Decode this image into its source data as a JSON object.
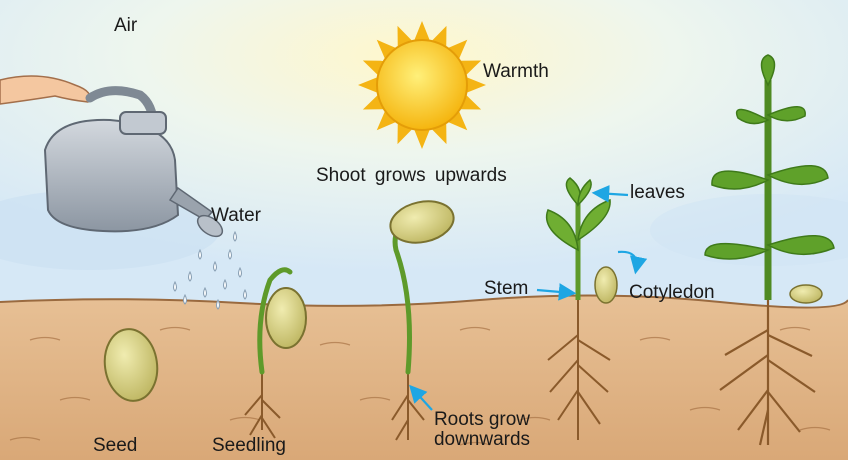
{
  "labels": {
    "air": "Air",
    "warmth": "Warmth",
    "water": "Water",
    "shoot": "Shoot grows upwards",
    "leaves": "leaves",
    "stem": "Stem",
    "cotyledon": "Cotyledon",
    "roots_line1": "Roots grow",
    "roots_line2": "downwards",
    "seed": "Seed",
    "seedling": "Seedling"
  },
  "colors": {
    "sky": "#dfeef8",
    "sun": "#f7c21b",
    "sun_core": "#ffe36a",
    "soil": "#e3b98c",
    "soil_dark": "#c48c5c",
    "stem": "#5e9a2a",
    "leaf": "#6fae32",
    "leaf_dark": "#3f7a1a",
    "seed": "#d7d28a",
    "root": "#8a5a2b",
    "arrow": "#1ea6e3",
    "can": "#a9b1bb"
  },
  "icons": [
    "sun-icon",
    "watering-can-icon",
    "seed-icon",
    "seedling-icon",
    "plant-icon"
  ]
}
